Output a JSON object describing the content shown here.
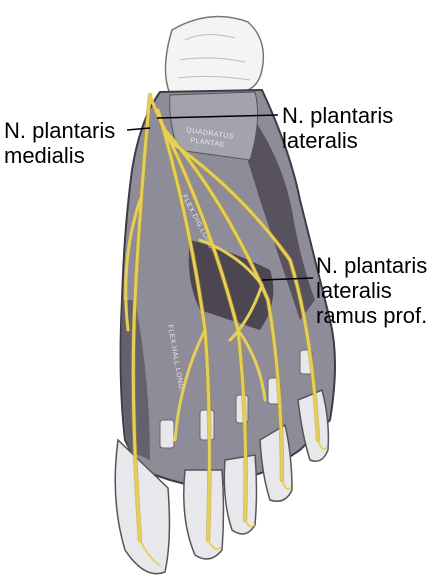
{
  "labels": {
    "medialis": {
      "lines": [
        "N. plantaris",
        "medialis"
      ]
    },
    "lateralis": {
      "lines": [
        "N. plantaris",
        "lateralis"
      ]
    },
    "prof": {
      "lines": [
        "N. plantaris",
        "lateralis",
        "ramus prof."
      ]
    }
  },
  "engraved": {
    "quadratus_1": "QUADRATUS",
    "quadratus_2": "PLANTAE",
    "flexor_dig": "FLEX.DIG.LONG.",
    "flexor_hall": "FLEX.HALL.LONG."
  },
  "colors": {
    "nerve": "#e6cf55",
    "nerve_dark": "#b89a22",
    "muscle": "#8e8c98",
    "muscle_dark": "#3f3a45",
    "tendon": "#e8e8ec",
    "bone": "#f4f4f4",
    "leader": "#000000"
  }
}
